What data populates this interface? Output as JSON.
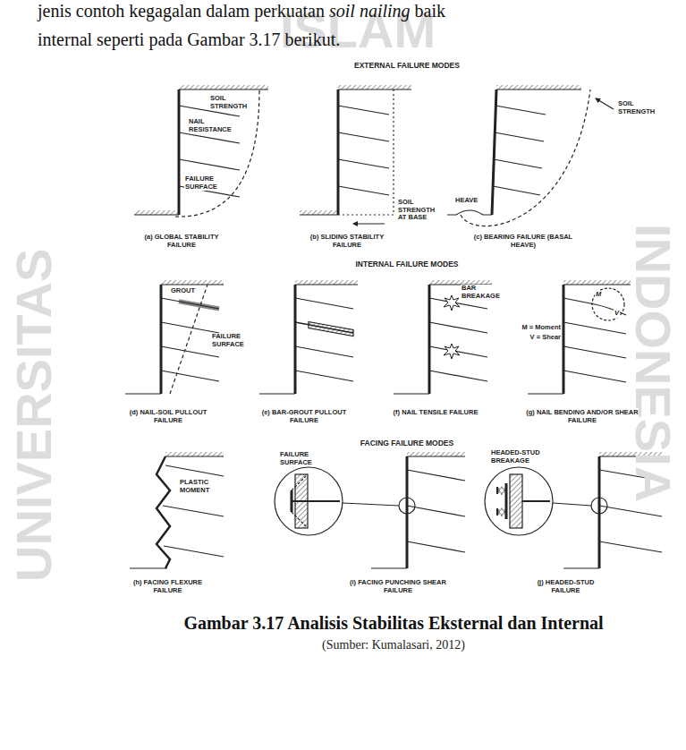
{
  "diagram": {
    "caption": "Gambar 3.17 Analisis Stabilitas Eksternal dan Internal",
    "labels": [
      "jenis contoh kegagalan dalam perkuatan",
      "soil nailing",
      "baik",
      "internal seperti pada Gambar 3.17 berikut.",
      "ISLAM",
      "UNIVERSITAS",
      "INDONESIA",
      "EXTERNAL FAILURE MODES",
      "SOIL STRENGTH",
      "NAIL RESISTANCE",
      "FAILURE SURFACE",
      "(a) GLOBAL STABILITY FAILURE",
      "SOIL STRENGTH AT BASE",
      "(b) SLIDING STABILITY FAILURE",
      "HEAVE",
      "SOIL STRENGTH",
      "(c) BEARING FAILURE (BASAL HEAVE)",
      "INTERNAL FAILURE MODES",
      "GROUT",
      "FAILURE SURFACE",
      "(d) NAIL-SOIL PULLOUT FAILURE",
      "(e) BAR-GROUT PULLOUT FAILURE",
      "BAR BREAKAGE",
      "(f) NAIL TENSILE FAILURE",
      "M",
      "V",
      "M = Moment",
      "V = Shear",
      "(g) NAIL BENDING AND/OR SHEAR FAILURE",
      "FACING FAILURE MODES",
      "PLASTIC MOMENT",
      "(h) FACING FLEXURE FAILURE",
      "FAILURE SURFACE",
      "(i) FACING PUNCHING SHEAR FAILURE",
      "HEADED-STUD BREAKAGE",
      "(j) HEADED-STUD FAILURE",
      "(Sumber: Kumalasari, 2012)"
    ]
  }
}
